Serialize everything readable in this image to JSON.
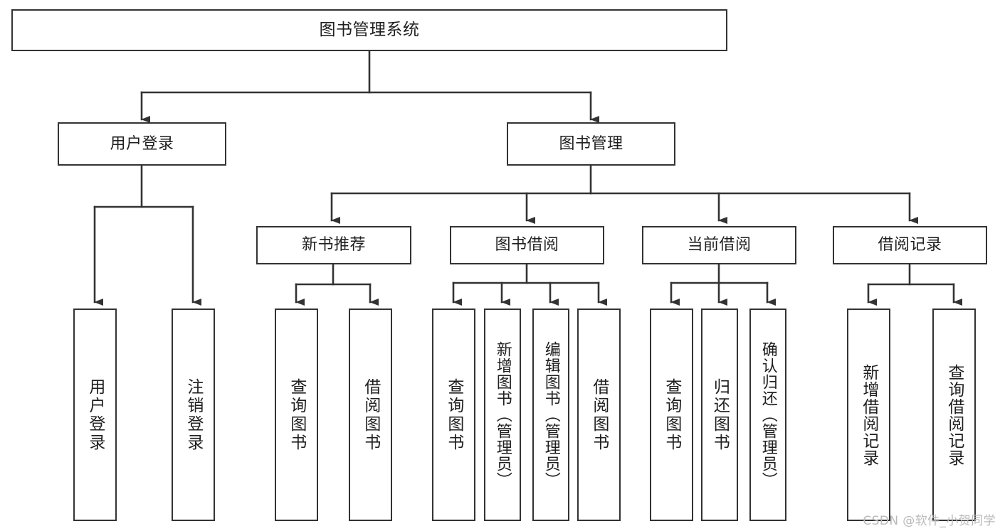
{
  "diagram": {
    "title": "图书管理系统",
    "type": "tree",
    "orientation": "top-down",
    "line_color": "#333333",
    "box_fill": "#ffffff",
    "text_color": "#1f1f1f",
    "levels": {
      "root": [
        "图书管理系统"
      ],
      "level2": [
        "用户登录",
        "图书管理"
      ],
      "level3": [
        "新书推荐",
        "图书借阅",
        "当前借阅",
        "借阅记录"
      ],
      "leaves": [
        "用户登录",
        "注销登录",
        "查询图书",
        "借阅图书",
        "查询图书",
        "新增图书（管理员）",
        "编辑图书（管理员）",
        "借阅图书",
        "查询图书",
        "归还图书",
        "确认归还（管理员）",
        "新增借阅记录",
        "查询借阅记录"
      ]
    },
    "nodes": {
      "root": {
        "label": "图书管理系统"
      },
      "user_login": {
        "label": "用户登录"
      },
      "book_manage": {
        "label": "图书管理"
      },
      "new_book_rec": {
        "label": "新书推荐"
      },
      "book_borrow": {
        "label": "图书借阅"
      },
      "current_borrow": {
        "label": "当前借阅"
      },
      "borrow_record": {
        "label": "借阅记录"
      },
      "leaf_user_login": {
        "label": "用户登录"
      },
      "leaf_logout": {
        "label": "注销登录"
      },
      "leaf_query_book_1": {
        "label": "查询图书"
      },
      "leaf_borrow_book_1": {
        "label": "借阅图书"
      },
      "leaf_query_book_2": {
        "label": "查询图书"
      },
      "leaf_add_book": {
        "label": "新增图书（管理员）"
      },
      "leaf_edit_book": {
        "label": "编辑图书（管理员）"
      },
      "leaf_borrow_book_2": {
        "label": "借阅图书"
      },
      "leaf_query_book_3": {
        "label": "查询图书"
      },
      "leaf_return_book": {
        "label": "归还图书"
      },
      "leaf_confirm_return": {
        "label": "确认归还（管理员）"
      },
      "leaf_add_record": {
        "label": "新增借阅记录"
      },
      "leaf_query_record": {
        "label": "查询借阅记录"
      }
    },
    "watermark": "CSDN @软件_小贺同学"
  }
}
